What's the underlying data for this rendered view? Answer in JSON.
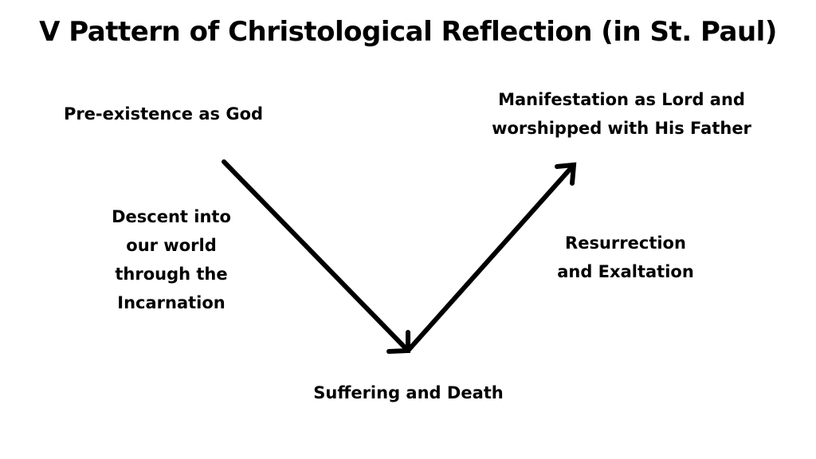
{
  "title": "V Pattern of Christological Reflection (in St. Paul)",
  "nodes": {
    "preexistence": {
      "lines": [
        "Pre-existence as God"
      ]
    },
    "manifestation": {
      "lines": [
        "Manifestation as Lord and",
        "worshipped with His Father"
      ]
    },
    "descent": {
      "lines": [
        "Descent into",
        "our world",
        "through the",
        "Incarnation"
      ]
    },
    "resurrection": {
      "lines": [
        "Resurrection",
        "and Exaltation"
      ]
    },
    "suffering": {
      "lines": [
        "Suffering and Death"
      ]
    }
  },
  "edges": [
    {
      "from": "preexistence",
      "to": "suffering",
      "label": "descent"
    },
    {
      "from": "suffering",
      "to": "manifestation",
      "label": "resurrection"
    }
  ],
  "colors": {
    "ink": "#000000",
    "background": "#ffffff"
  }
}
